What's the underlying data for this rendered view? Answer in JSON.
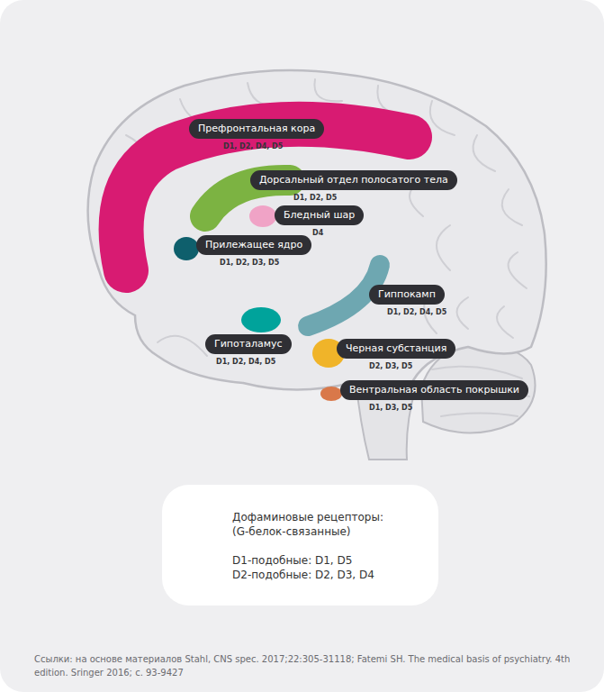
{
  "diagram": {
    "caption": "Ссылки: на основе материалов Stahl, CNS spec. 2017;22:305-31118; Fatemi SH. The medical basis of psychiatry. 4th edition. Sringer 2016; c. 93-9427",
    "nodes": [
      {
        "text": [
          "Префронтальная кора",
          "D1, D2, D4, D5"
        ]
      },
      {
        "text": [
          "Дорсальный отдел полосатого тела",
          "D1, D2, D5"
        ]
      },
      {
        "text": [
          "Бледный шар",
          "D4"
        ]
      },
      {
        "text": [
          "Прилежащее ядро",
          "D1, D2, D3, D5"
        ]
      },
      {
        "text": [
          "Гиппокамп",
          "D1, D2, D4, D5"
        ]
      },
      {
        "text": [
          "Гипоталамус",
          "D1, D2, D4, D5"
        ]
      },
      {
        "text": [
          "Черная субстанция",
          "D2, D3, D5"
        ]
      },
      {
        "text": [
          "Вентральная область покрышки",
          "D1, D3, D5"
        ]
      },
      {
        "text": [
          "Дофаминовые рецепторы:",
          "(G-белок-связанные)",
          "D1-подобные: D1, D5",
          "D2-подобные: D2, D3, D4"
        ]
      }
    ]
  }
}
